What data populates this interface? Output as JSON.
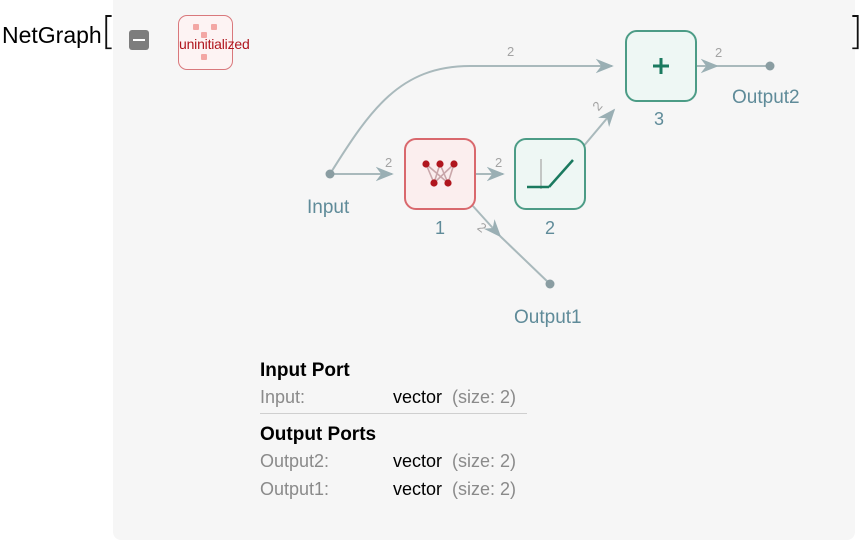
{
  "head": {
    "label": "NetGraph",
    "open_bracket": "[",
    "close_bracket": "]"
  },
  "collapse_icon": "minus-square-icon",
  "badge": {
    "label": "uninitialized",
    "border_color": "#d9787c",
    "text_color": "#b0161e"
  },
  "graph": {
    "input_label": "Input",
    "output1_label": "Output1",
    "output2_label": "Output2",
    "nodes": [
      {
        "id": "1",
        "label": "1",
        "icon": "linear-layer-icon",
        "color": "#d9686d"
      },
      {
        "id": "2",
        "label": "2",
        "icon": "ramp-activation-icon",
        "color": "#4c9c86"
      },
      {
        "id": "3",
        "label": "3",
        "icon": "plus-icon",
        "color": "#4c9c86"
      }
    ],
    "edge_dims": {
      "input_to_1": "2",
      "one_to_2": "2",
      "one_to_output1": "2",
      "two_to_3": "2",
      "input_to_3": "2",
      "three_to_output2": "2"
    }
  },
  "ports": {
    "input_title": "Input Port",
    "input_rows": [
      {
        "name": "Input:",
        "type": "vector",
        "size": "(size: 2)"
      }
    ],
    "output_title": "Output Ports",
    "output_rows": [
      {
        "name": "Output2:",
        "type": "vector",
        "size": "(size: 2)"
      },
      {
        "name": "Output1:",
        "type": "vector",
        "size": "(size: 2)"
      }
    ]
  }
}
